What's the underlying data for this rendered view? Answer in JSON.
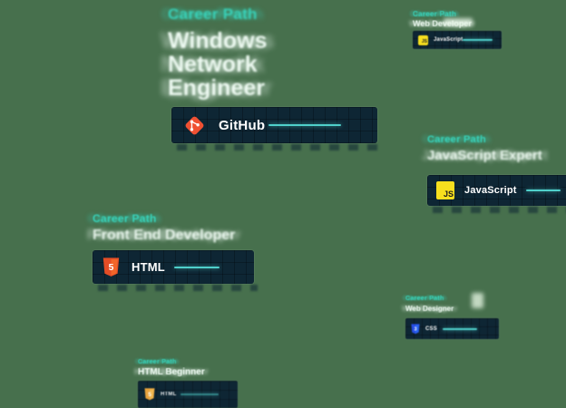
{
  "page": {
    "background": "#47704d"
  },
  "colors": {
    "label_teal": "#38d5bd",
    "title_white": "#eefaf2",
    "card_navy": "#0e2634",
    "progress_line_teal": "#4fd0cb",
    "git_orange": "#f05133",
    "js_yellow": "#f7df1e",
    "html_orange": "#e44d26",
    "css_blue": "#2965f1"
  },
  "groups": [
    {
      "label": "Career Path",
      "title_line1": "Windows Network",
      "title_line2": "Engineer",
      "card": {
        "name": "GitHub"
      }
    },
    {
      "label": "Career Path",
      "title": "Web Developer",
      "card": {
        "name": "JavaScript",
        "icon_label": "JS"
      }
    },
    {
      "label": "Career Path",
      "title": "JavaScript Expert",
      "card": {
        "name": "JavaScript",
        "icon_label": "JS"
      }
    },
    {
      "label": "Career Path",
      "title": "Front End Developer",
      "card": {
        "name": "HTML",
        "icon_label": "5"
      }
    },
    {
      "label": "Career Path",
      "title": "Web Designer",
      "card": {
        "name": "CSS",
        "icon_label": "3"
      }
    },
    {
      "label": "Career Path",
      "title": "HTML Beginner",
      "card": {
        "name": "HTML",
        "icon_label": "5"
      }
    }
  ]
}
